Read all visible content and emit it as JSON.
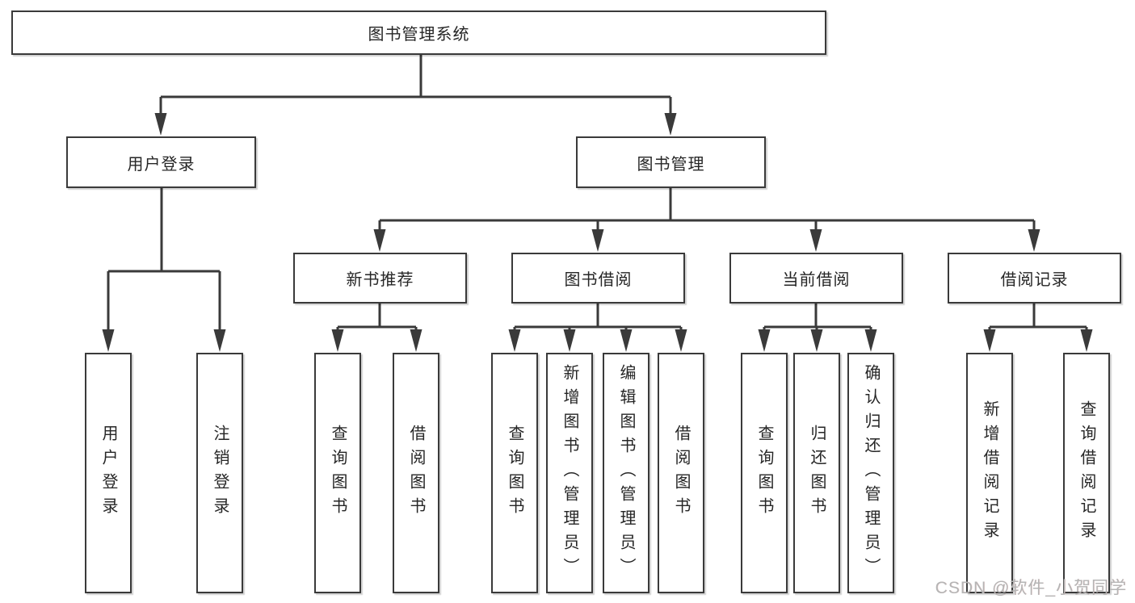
{
  "tree": {
    "root": "图书管理系统",
    "branches": [
      {
        "label": "用户登录",
        "children": [
          "用户登录",
          "注销登录"
        ]
      },
      {
        "label": "图书管理",
        "children": [
          {
            "label": "新书推荐",
            "children": [
              "查询图书",
              "借阅图书"
            ]
          },
          {
            "label": "图书借阅",
            "children": [
              "查询图书",
              "新增图书（管理员）",
              "编辑图书（管理员）",
              "借阅图书"
            ]
          },
          {
            "label": "当前借阅",
            "children": [
              "查询图书",
              "归还图书",
              "确认归还（管理员）"
            ]
          },
          {
            "label": "借阅记录",
            "children": [
              "新增借阅记录",
              "查询借阅记录"
            ]
          }
        ]
      }
    ]
  },
  "watermark": "CSDN @软件_小贺同学",
  "colors": {
    "line": "#3a3a3a",
    "border": "#3a3a3a",
    "text": "#262626",
    "watermark": "#b5b5b5",
    "background": "#ffffff"
  }
}
